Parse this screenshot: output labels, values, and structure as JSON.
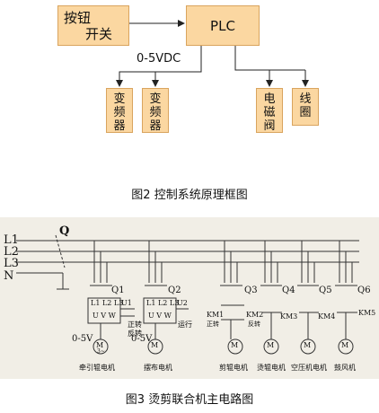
{
  "fig2": {
    "button_label_1": "按钮",
    "button_label_2": "开关",
    "plc_label": "PLC",
    "voltage_label": "0-5VDC",
    "inverter_1": [
      "变",
      "频",
      "器"
    ],
    "inverter_2": [
      "变",
      "频",
      "器"
    ],
    "solenoid": [
      "电",
      "磁",
      "阀"
    ],
    "coil": [
      "线",
      "圈"
    ],
    "caption": "图2 控制系统原理框图"
  },
  "fig3": {
    "phase_labels": [
      "L1",
      "L2",
      "L3",
      "N"
    ],
    "main_switch": "Q",
    "breakers": [
      "Q1",
      "Q2",
      "Q3",
      "Q4",
      "Q5",
      "Q6"
    ],
    "drive_1_top": "L1 L2 L3",
    "drive_1_out": "U V W",
    "drive_1_u": "U1",
    "drive_1_fwd": "正转",
    "drive_1_rev": "反转",
    "drive_2_top": "L1 L2 L3",
    "drive_2_out": "U V W",
    "drive_2_u": "U2",
    "drive_2_fwd": "运行",
    "voltage_1": "0-5V",
    "voltage_2": "0-5V",
    "contactors": [
      "KM1",
      "KM2",
      "KM3",
      "KM4",
      "KM5"
    ],
    "km_note": "反转",
    "km_note_left": "正转",
    "motor_label": "M",
    "motor_sub": "3~",
    "motor_names": [
      "牵引辊电机",
      "摆布电机",
      "剪辊电机",
      "烫辊电机",
      "空压机电机",
      "鼓风机"
    ],
    "caption": "图3 烫剪联合机主电路图"
  }
}
